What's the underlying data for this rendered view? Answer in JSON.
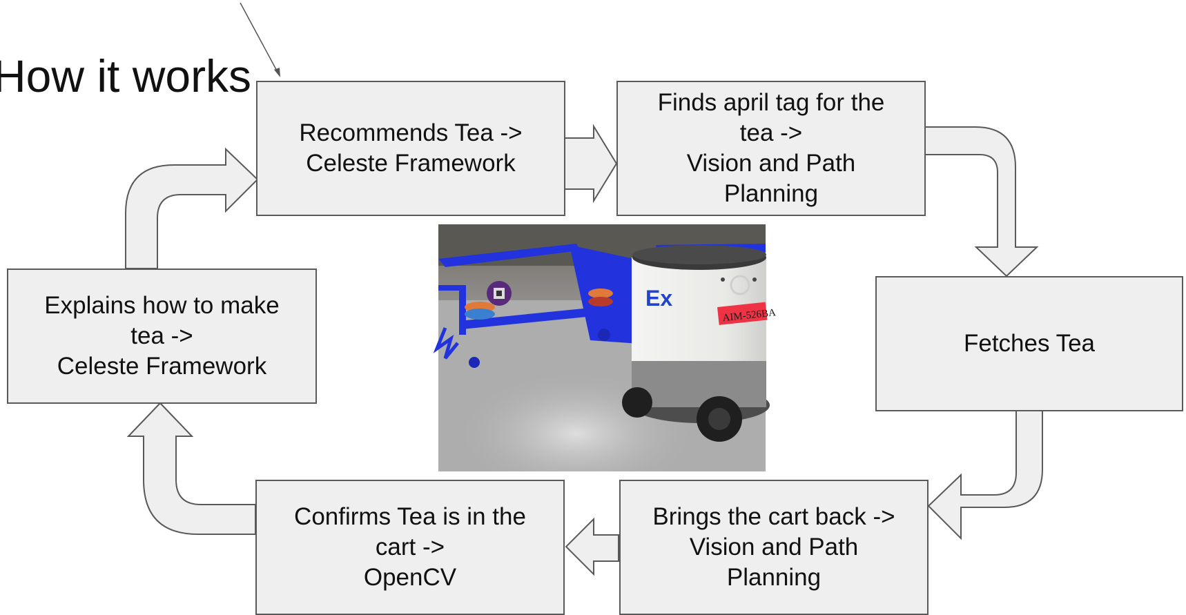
{
  "title": "How it works",
  "boxes": {
    "recommends": "Recommends Tea ->\nCeleste Framework",
    "finds": "Finds april tag for the\ntea ->\nVision and Path\nPlanning",
    "fetches": "Fetches Tea",
    "brings": "Brings the cart back ->\nVision and Path\nPlanning",
    "confirms": "Confirms Tea is in the\ncart ->\nOpenCV",
    "explains": "Explains how to make\ntea ->\nCeleste Framework"
  },
  "photo": {
    "robot_label": "AIM-526BA",
    "robot_logo": "Ex"
  },
  "colors": {
    "box_fill": "#efefef",
    "box_border": "#595959",
    "robot_blue": "#2233dd",
    "label_red": "#ee3344"
  }
}
